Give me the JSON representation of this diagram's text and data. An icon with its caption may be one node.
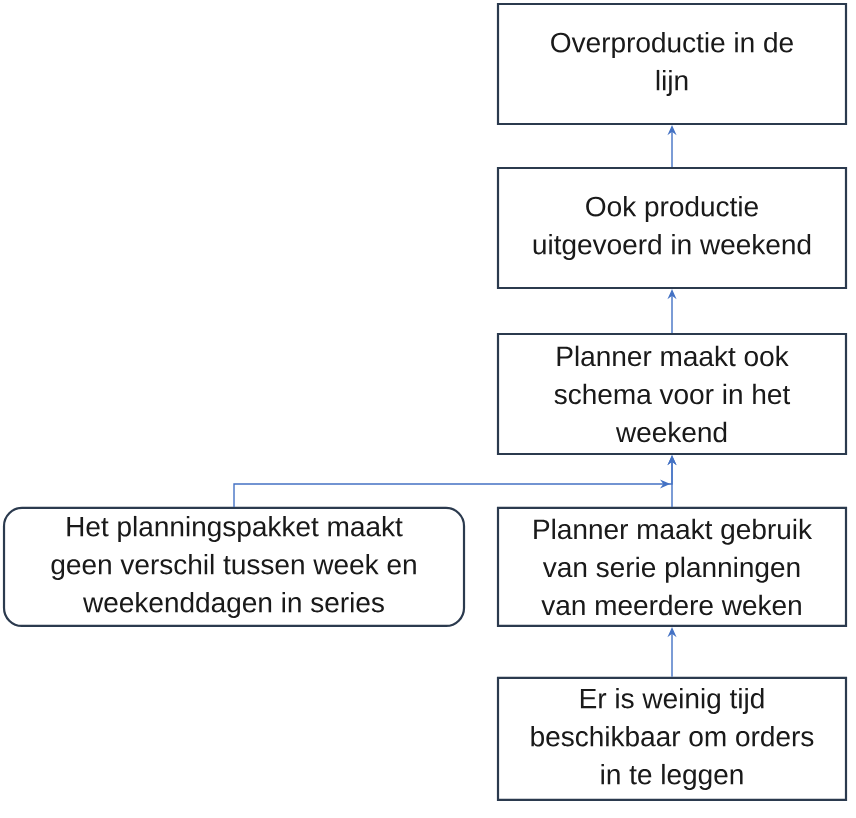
{
  "diagram": {
    "nodes": [
      {
        "text": [
          "Overproductie in de lijn"
        ]
      },
      {
        "text": [
          "Ook productie uitgevoerd in weekend"
        ]
      },
      {
        "text": [
          "Planner maakt ook schema voor in het weekend"
        ]
      },
      {
        "text": [
          "Het planningspakket maakt geen verschil tussen week en weekenddagen in series"
        ]
      },
      {
        "text": [
          "Planner maakt gebruik van serie planningen van meerdere weken"
        ]
      },
      {
        "text": [
          "Er is weinig tijd beschikbaar om orders in te leggen"
        ]
      }
    ],
    "edges": [
      {
        "from": 1,
        "to": 0,
        "arrow": "to"
      },
      {
        "from": 2,
        "to": 1,
        "arrow": "to"
      },
      {
        "from": 3,
        "to": 2,
        "arrow": "to"
      },
      {
        "from": 4,
        "to": 2,
        "arrow": "to"
      },
      {
        "from": 5,
        "to": 4,
        "arrow": "to"
      }
    ]
  }
}
